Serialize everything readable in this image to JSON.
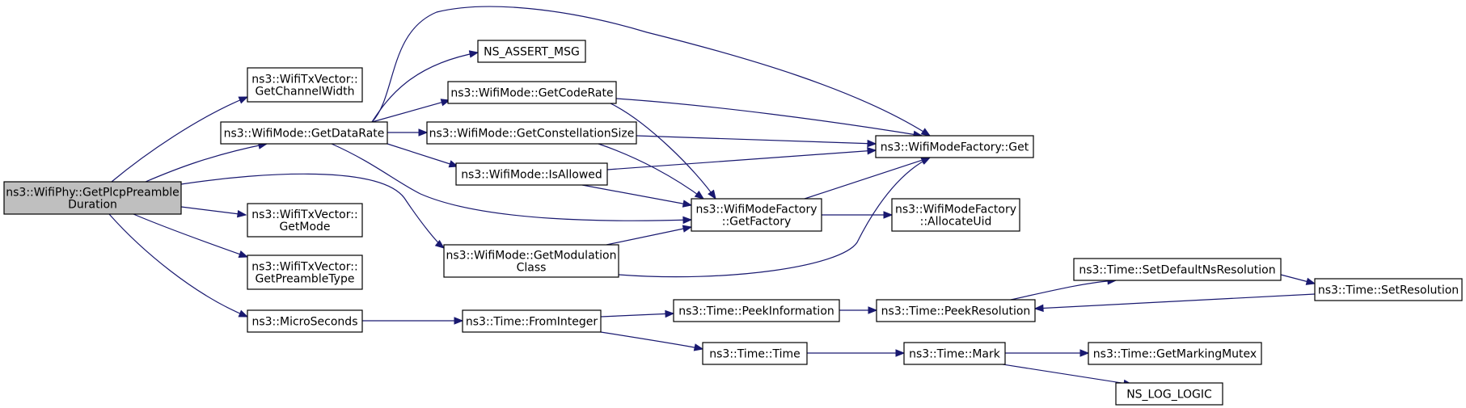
{
  "nodes": {
    "root": {
      "lines": [
        "ns3::WifiPhy::GetPlcpPreamble",
        "Duration"
      ]
    },
    "getChannelWidth": {
      "lines": [
        "ns3::WifiTxVector::",
        "GetChannelWidth"
      ]
    },
    "getDataRate": {
      "lines": [
        "ns3::WifiMode::GetDataRate"
      ]
    },
    "getMode": {
      "lines": [
        "ns3::WifiTxVector::",
        "GetMode"
      ]
    },
    "getPreambleType": {
      "lines": [
        "ns3::WifiTxVector::",
        "GetPreambleType"
      ]
    },
    "microSeconds": {
      "lines": [
        "ns3::MicroSeconds"
      ]
    },
    "nsAssertMsg": {
      "lines": [
        "NS_ASSERT_MSG"
      ]
    },
    "getCodeRate": {
      "lines": [
        "ns3::WifiMode::GetCodeRate"
      ]
    },
    "getConstellationSize": {
      "lines": [
        "ns3::WifiMode::GetConstellationSize"
      ]
    },
    "isAllowed": {
      "lines": [
        "ns3::WifiMode::IsAllowed"
      ]
    },
    "getModulationClass": {
      "lines": [
        "ns3::WifiMode::GetModulation",
        "Class"
      ]
    },
    "factoryGet": {
      "lines": [
        "ns3::WifiModeFactory::Get"
      ]
    },
    "getFactory": {
      "lines": [
        "ns3::WifiModeFactory",
        "::GetFactory"
      ]
    },
    "allocateUid": {
      "lines": [
        "ns3::WifiModeFactory",
        "::AllocateUid"
      ]
    },
    "fromInteger": {
      "lines": [
        "ns3::Time::FromInteger"
      ]
    },
    "peekInformation": {
      "lines": [
        "ns3::Time::PeekInformation"
      ]
    },
    "peekResolution": {
      "lines": [
        "ns3::Time::PeekResolution"
      ]
    },
    "setDefaultNsResolution": {
      "lines": [
        "ns3::Time::SetDefaultNsResolution"
      ]
    },
    "setResolution": {
      "lines": [
        "ns3::Time::SetResolution"
      ]
    },
    "timeTime": {
      "lines": [
        "ns3::Time::Time"
      ]
    },
    "timeMark": {
      "lines": [
        "ns3::Time::Mark"
      ]
    },
    "getMarkingMutex": {
      "lines": [
        "ns3::Time::GetMarkingMutex"
      ]
    },
    "nsLogLogic": {
      "lines": [
        "NS_LOG_LOGIC"
      ]
    }
  },
  "edges": [
    [
      "root",
      "getChannelWidth"
    ],
    [
      "root",
      "getDataRate"
    ],
    [
      "root",
      "getMode"
    ],
    [
      "root",
      "getPreambleType"
    ],
    [
      "root",
      "microSeconds"
    ],
    [
      "root",
      "getModulationClass"
    ],
    [
      "getDataRate",
      "nsAssertMsg"
    ],
    [
      "getDataRate",
      "getCodeRate"
    ],
    [
      "getDataRate",
      "getConstellationSize"
    ],
    [
      "getDataRate",
      "isAllowed"
    ],
    [
      "getDataRate",
      "factoryGet"
    ],
    [
      "getDataRate",
      "getFactory"
    ],
    [
      "getCodeRate",
      "factoryGet"
    ],
    [
      "getCodeRate",
      "getFactory"
    ],
    [
      "getConstellationSize",
      "factoryGet"
    ],
    [
      "getConstellationSize",
      "getFactory"
    ],
    [
      "isAllowed",
      "factoryGet"
    ],
    [
      "isAllowed",
      "getFactory"
    ],
    [
      "getModulationClass",
      "getFactory"
    ],
    [
      "getModulationClass",
      "factoryGet"
    ],
    [
      "getFactory",
      "factoryGet"
    ],
    [
      "getFactory",
      "allocateUid"
    ],
    [
      "microSeconds",
      "fromInteger"
    ],
    [
      "fromInteger",
      "peekInformation"
    ],
    [
      "fromInteger",
      "timeTime"
    ],
    [
      "peekInformation",
      "peekResolution"
    ],
    [
      "peekResolution",
      "setDefaultNsResolution"
    ],
    [
      "setDefaultNsResolution",
      "setResolution"
    ],
    [
      "setResolution",
      "peekResolution"
    ],
    [
      "timeTime",
      "timeMark"
    ],
    [
      "timeMark",
      "getMarkingMutex"
    ],
    [
      "timeMark",
      "nsLogLogic"
    ]
  ],
  "colors": {
    "edge": "#191970",
    "root_fill": "#bfbfbf",
    "node_fill": "#ffffff",
    "border": "#000000"
  }
}
